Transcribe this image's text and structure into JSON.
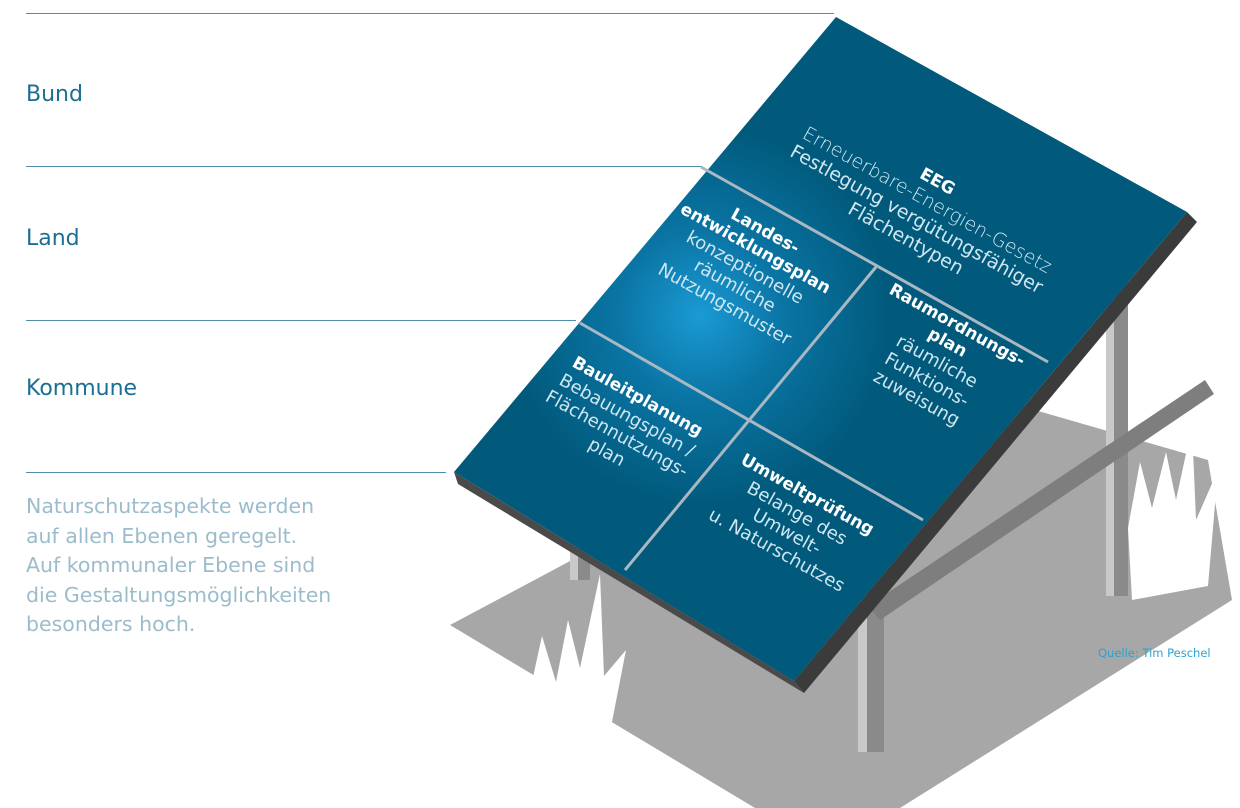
{
  "levels": [
    {
      "label": "Bund"
    },
    {
      "label": "Land"
    },
    {
      "label": "Kommune"
    }
  ],
  "note_lines": [
    "Naturschutzaspekte werden",
    "auf allen Ebenen geregelt.",
    "Auf kommunaler Ebene sind",
    "die Gestaltungsmöglichkeiten",
    "besonders hoch."
  ],
  "panel": {
    "eeg": {
      "title": "EEG",
      "lines": [
        "Erneuerbare-Energien-Gesetz",
        "Festlegung vergütungsfähiger",
        "Flächentypen"
      ]
    },
    "landesentwicklungsplan": {
      "title_lines": [
        "Landes-",
        "entwicklungsplan"
      ],
      "lines": [
        "konzeptionelle",
        "räumliche",
        "Nutzungsmuster"
      ]
    },
    "raumordnungsplan": {
      "title_lines": [
        "Raumordnungs-",
        "plan"
      ],
      "lines": [
        "räumliche",
        "Funktions-",
        "zuweisung"
      ]
    },
    "bauleitplanung": {
      "title": "Bauleitplanung",
      "lines": [
        "Bebauungsplan /",
        "Flächennutzungs-",
        "plan"
      ]
    },
    "umweltpruefung": {
      "title": "Umweltprüfung",
      "lines": [
        "Belange des",
        "Umwelt-",
        "u. Naturschutzes"
      ]
    }
  },
  "source": "Quelle: Tim Peschel",
  "colors": {
    "panel": "#015a7c",
    "panel_glow": "#1a9ad4",
    "panel_edge": "#3b3b3b",
    "grid_lines": "#a9b8c2",
    "shadow": "#a7a7a7",
    "post": "#8a8a8a",
    "label": "#1b6f93",
    "note": "#9bbccb",
    "rule": "#4f8fac"
  }
}
